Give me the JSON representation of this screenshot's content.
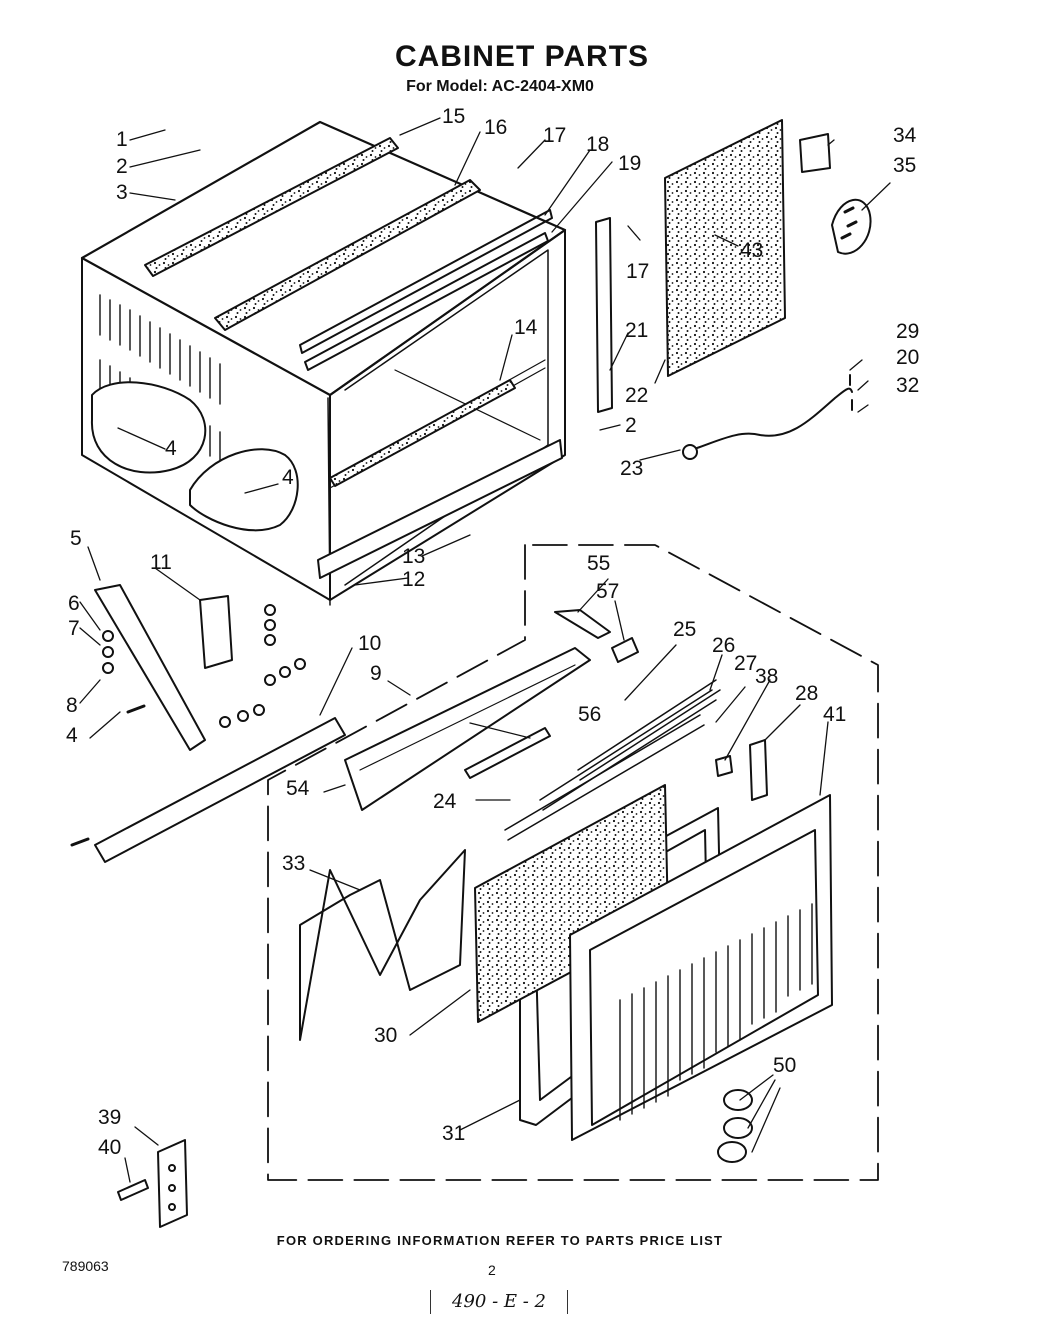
{
  "header": {
    "title": "CABINET PARTS",
    "subtitle": "For Model: AC-2404-XM0"
  },
  "callouts": [
    "1",
    "2",
    "3",
    "4",
    "4",
    "5",
    "6",
    "7",
    "8",
    "4",
    "9",
    "10",
    "11",
    "12",
    "13",
    "14",
    "15",
    "16",
    "17",
    "17",
    "18",
    "19",
    "2",
    "20",
    "21",
    "22",
    "23",
    "24",
    "25",
    "26",
    "27",
    "28",
    "29",
    "30",
    "31",
    "32",
    "33",
    "34",
    "35",
    "38",
    "39",
    "40",
    "41",
    "43",
    "50",
    "54",
    "55",
    "56",
    "57"
  ],
  "footer": {
    "ordering_note": "FOR ORDERING INFORMATION REFER TO PARTS PRICE LIST",
    "doc_number": "789063",
    "page_number": "2",
    "stamp": "490 - E - 2"
  }
}
